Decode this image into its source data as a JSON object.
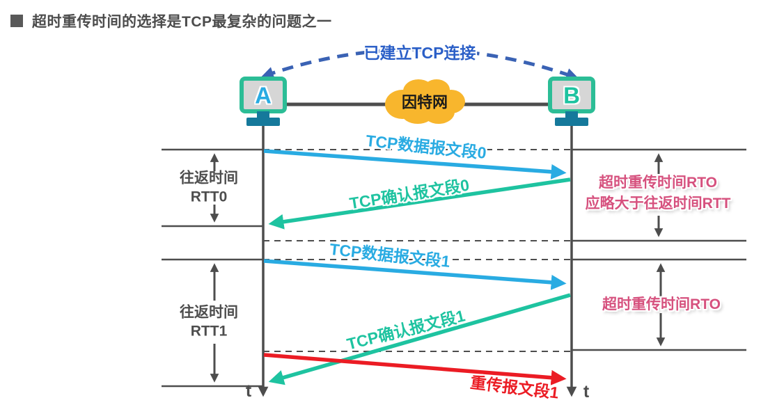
{
  "title": {
    "text": "超时重传时间的选择是TCP最复杂的问题之一"
  },
  "connection_arc": {
    "label": "已建立TCP连接"
  },
  "hosts": {
    "a_label": "A",
    "b_label": "B"
  },
  "network_cloud": {
    "label": "因特网"
  },
  "messages": {
    "data0": {
      "label": "TCP数据报文段0"
    },
    "ack0": {
      "label": "TCP确认报文段0"
    },
    "data1": {
      "label": "TCP数据报文段1"
    },
    "ack1": {
      "label": "TCP确认报文段1"
    },
    "retrans1": {
      "label": "重传报文段1"
    }
  },
  "annotations": {
    "rtt0": {
      "line1": "往返时间",
      "line2": "RTT0"
    },
    "rtt1": {
      "line1": "往返时间",
      "line2": "RTT1"
    },
    "rto0": {
      "line1": "超时重传时间RTO",
      "line2": "应略大于往返时间RTT"
    },
    "rto1": {
      "label": "超时重传时间RTO"
    }
  },
  "timeline": {
    "t_label_a": "t",
    "t_label_b": "t"
  },
  "colors": {
    "data_arrow_blue": "#29ABE2",
    "ack_arrow_teal": "#1EC3A0",
    "retrans_red": "#EB1C24",
    "rto_pink": "#D6517E",
    "arc_dash_blue": "#3A62B4",
    "arc_label_blue": "#2B5FC7",
    "line_gray": "#4D4D4D",
    "monitor_border_green": "#2CBD96",
    "monitor_screen_gray": "#D6D6D6",
    "stand_teal": "#15799B",
    "cloud_yellow": "#F8B62D",
    "title_gray": "#4C4C4C"
  }
}
